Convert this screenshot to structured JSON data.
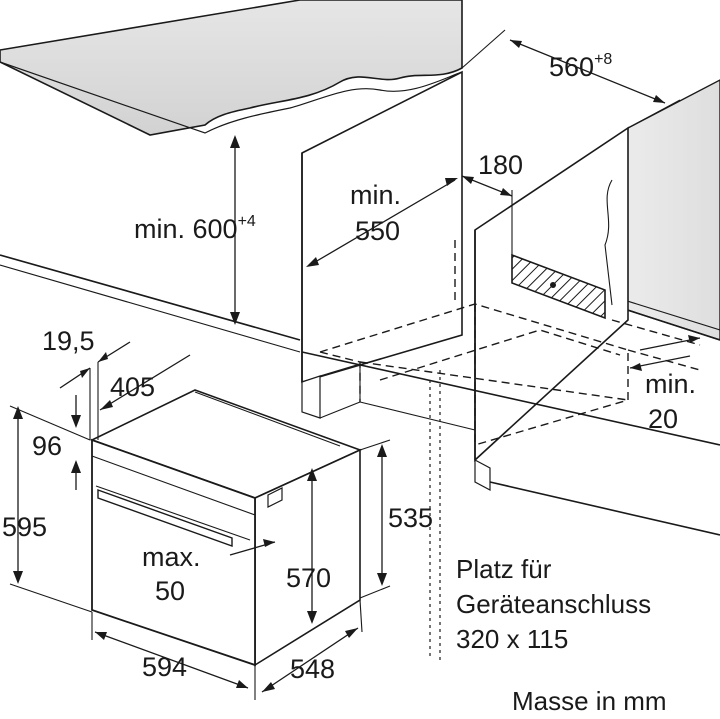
{
  "dimensions": {
    "niche_width": "560",
    "niche_width_tolerance": "+8",
    "niche_height_prefix": "min. 600",
    "niche_height_tolerance": "+4",
    "depth_min_line1": "min.",
    "depth_min_line2": "550",
    "rear_offset": "180",
    "bottom_gap_line1": "min.",
    "bottom_gap_line2": "20",
    "trim_thickness": "19,5",
    "front_depth": "405",
    "panel_height": "96",
    "total_height": "595",
    "body_height": "535",
    "inner_height": "570",
    "handle_gap_line1": "max.",
    "handle_gap_line2": "50",
    "total_width": "594",
    "body_depth": "548"
  },
  "notes": {
    "connection_line1": "Platz für",
    "connection_line2": "Geräteanschluss",
    "connection_line3": "320 x 115",
    "units": "Masse in mm"
  }
}
